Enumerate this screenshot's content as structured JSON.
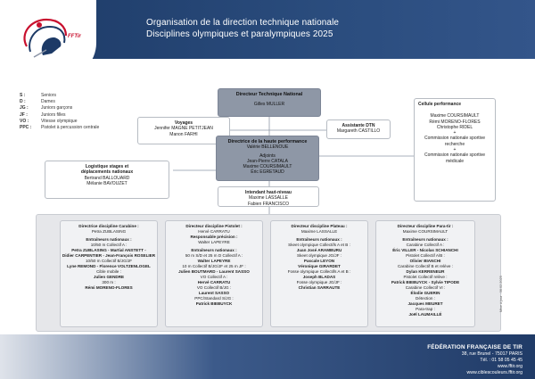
{
  "header": {
    "title_line1": "Organisation de la direction technique nationale",
    "title_line2": "Disciplines olympiques et paralympiques 2025",
    "logo_text": "FFTir"
  },
  "legend": [
    {
      "key": "S :",
      "value": "Seniors"
    },
    {
      "key": "D :",
      "value": "Dames"
    },
    {
      "key": "JG :",
      "value": "Juniors garçons"
    },
    {
      "key": "JF :",
      "value": "Juniors filles"
    },
    {
      "key": "VO :",
      "value": "Vitesse olympique"
    },
    {
      "key": "PPC :",
      "value": "Pistolet à percussion centrale"
    }
  ],
  "dtn": {
    "title": "Directeur Technique National",
    "name": "Gilles MULLER"
  },
  "voyages": {
    "title": "Voyages",
    "l1": "Jennifer MAGNE PETITJEAN",
    "l2": "Manon FARHI"
  },
  "assistante": {
    "title": "Assistante DTN",
    "name": "Margareth CASTILLO"
  },
  "dhp": {
    "title": "Directrice de la haute performance",
    "name": "Valérie BELLENOUE",
    "adjoints_label": "Adjoints",
    "a1": "Jean-Pierre CATALA",
    "a2": "Maxime COURSIMAULT",
    "a3": "Éric EGRETAUD"
  },
  "cellule": {
    "title": "Cellule performance",
    "l1": "Maxime COURSIMAULT",
    "l2": "Rémi MORENO-FLORES",
    "l3": "Christophe RIDEL",
    "plus1": "+",
    "l4": "Commission nationale sportive",
    "l5": "recherche",
    "plus2": "+",
    "l6": "Commission nationale sportive",
    "l7": "médicale"
  },
  "logistique": {
    "title1": "Logistique stages et",
    "title2": "déplacements nationaux",
    "l1": "Bertrand BALLOUARD",
    "l2": "Mélanie BAVOUZET"
  },
  "intendant": {
    "title": "Intendant haut-niveau",
    "l1": "Maxime LASSALLE",
    "l2": "Fabien FRANCISCO"
  },
  "carabine": {
    "title": "Directrice discipline Carabine :",
    "name": "Petra ZUBLASING",
    "ent": "Entraîneurs nationaux :",
    "r1": "10/50 m Collectif A :",
    "r2": "Petra ZUBLASING - Martial ANSTETT -",
    "r3": "Didier CARPENTIER - Jean-François ROSELIER",
    "r4": "10/50 m Collectif B/JG/JF",
    "r5": "Lyne REMOND - Florence VOLTZENLOGEL",
    "r6": "Cible mobile :",
    "r7": "Julien GENDRE",
    "r8": "300 m :",
    "r9": "Rémi MORENO-FLORES"
  },
  "pistolet": {
    "title": "Directeur discipline Pistolet :",
    "name": "Hervé CARRATU",
    "resp": "Responsable précision :",
    "resp_name": "Walter LAPEYRE",
    "ent": "Entraîneurs nationaux :",
    "r1": "50 m S/D et 25 m D Collectif A :",
    "r2": "Walter LAPEYRE",
    "r3": "10 m Collectif B/JG/JF et 25 m JF :",
    "r4": "Julien BOUTMARD - Laurent SASSO",
    "r5": "VO Collectif A :",
    "r6": "Hervé CARRATU",
    "r7": "VO Collectif B/JG :",
    "r8": "Laurent SASSO",
    "r9": "PPC/Standard S/JG :",
    "r10": "Patrick BIEBUYCK"
  },
  "plateau": {
    "title": "Directeur discipline Plateau :",
    "name": "Maxime LASSALLE",
    "ent": "Entraîneurs nationaux :",
    "r1": "Skeet olympique Collectifs A et B :",
    "r2": "Juan José ARAMBURU",
    "r3": "Skeet olympique JG/JF :",
    "r4": "Pascale LEYON",
    "r5": "Véronique GIRARDET",
    "r6": "Fosse olympique Collectifs A et B :",
    "r7": "Joseph BLADAS",
    "r8": "Fosse olympique JG/JF :",
    "r9": "Christian SARRAUTE"
  },
  "paratir": {
    "title": "Directeur discipline Para-tir :",
    "name": "Maxime COURSIMAULT",
    "ent": "Entraîneurs nationaux :",
    "r1": "Carabine Collectif A :",
    "r2": "Éric VILLER - Nicolas SCHIANCHI",
    "r3": "Pistolet Collectif A/B :",
    "r4": "Olivier BIANCHI",
    "r5": "Carabine Collectif B et relève :",
    "r6": "Dylan KERRENEUR",
    "r7": "Pistolet Collectif relève :",
    "r8": "Patrick BIEBUYCK - Sylvie TIPODE",
    "r9": "Carabine Collectif VI :",
    "r10": "Élodie GUERIN",
    "r11": "Détection :",
    "r12": "Jacques MEURET",
    "r13": "Para-trap :",
    "r14": "Joël LAUMAILLÉ"
  },
  "side_date": "Mise à jour : 06.02.2025",
  "footer": {
    "org": "FÉDÉRATION FRANÇAISE DE TIR",
    "addr": "38, rue Brunel - 75017 PARIS",
    "tel": "Tél. : 01 58 05 45 45",
    "web1": "www.fftir.org",
    "web2": "www.ciblescouleurs.fftir.org"
  }
}
